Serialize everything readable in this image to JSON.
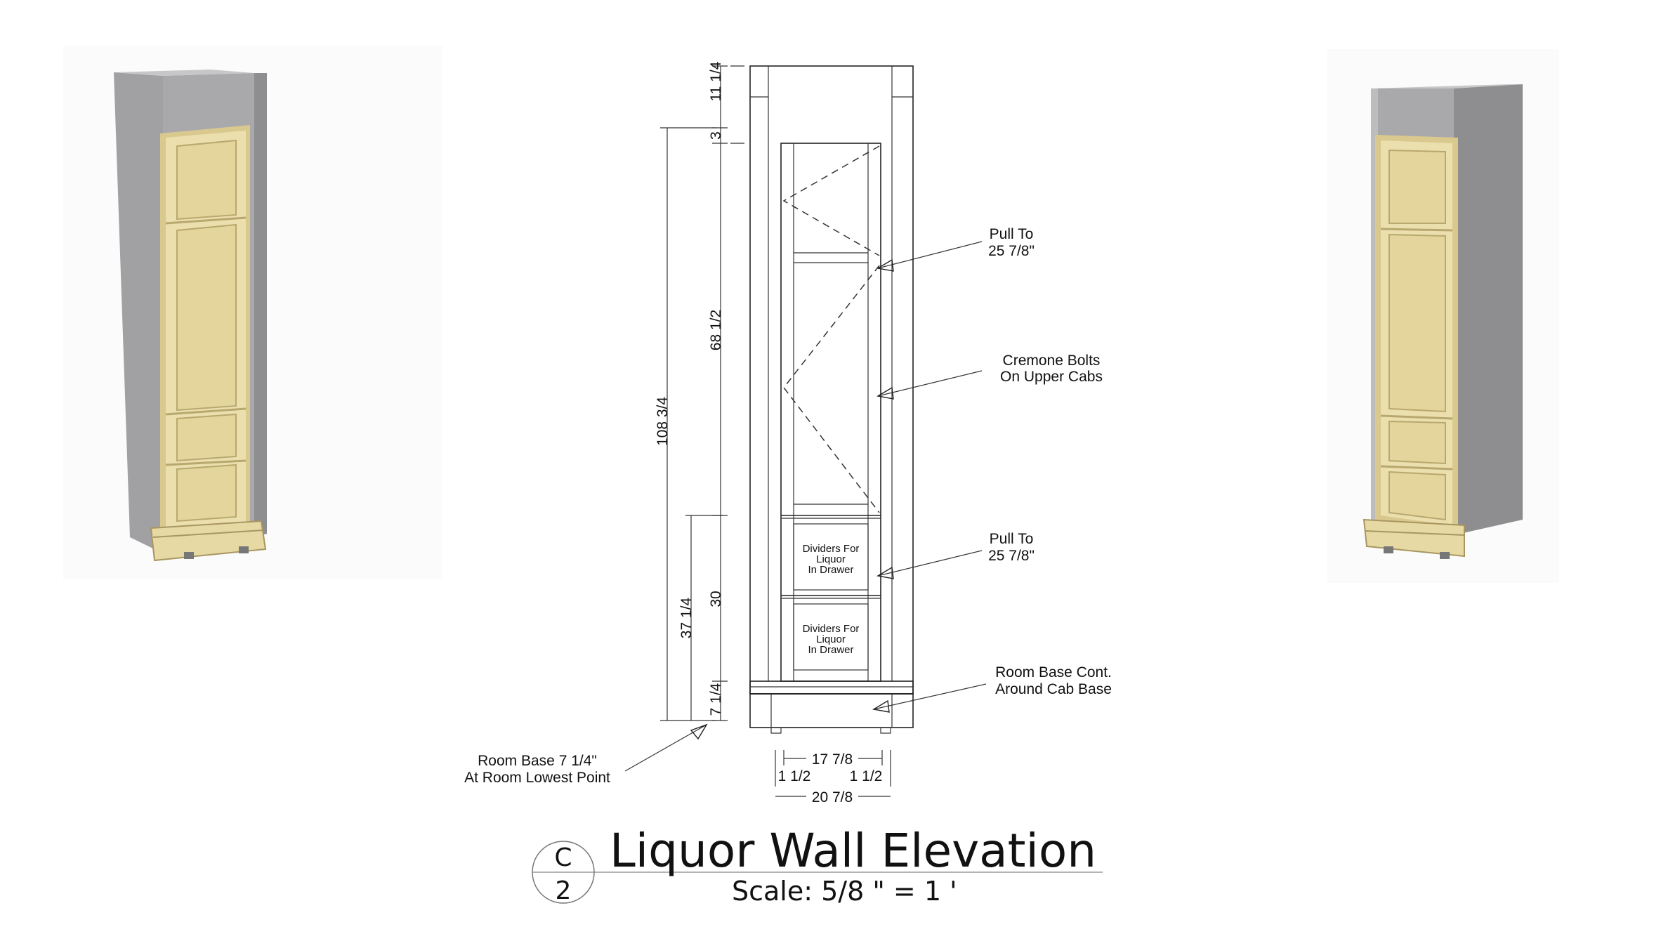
{
  "elevation": {
    "dimensions": {
      "top_segment": "11 1/4",
      "small_segment": "3",
      "upper_height": "68 1/2",
      "overall_height": "108 3/4",
      "lower_height": "30",
      "counter_height": "37 1/4",
      "base_height": "7 1/4",
      "inner_width": "17 7/8",
      "left_stile": "1 1/2",
      "right_stile": "1 1/2",
      "overall_width": "20 7/8"
    },
    "callouts": {
      "pull_upper": [
        "Pull To",
        "25 7/8\""
      ],
      "cremone": [
        "Cremone Bolts",
        "On Upper Cabs"
      ],
      "pull_lower": [
        "Pull To",
        "25 7/8\""
      ],
      "room_base_cont": [
        "Room Base Cont.",
        "Around Cab Base"
      ],
      "room_base": [
        "Room Base 7 1/4\"",
        "At Room Lowest Point"
      ]
    },
    "drawer_notes": {
      "drawer_1": [
        "Dividers For",
        "Liquor",
        "In Drawer"
      ],
      "drawer_2": [
        "Dividers For",
        "Liquor",
        "In Drawer"
      ]
    }
  },
  "title_block": {
    "title": "Liquor Wall Elevation",
    "scale": "Scale: 5/8 \" = 1 '",
    "section_letter": "C",
    "sheet_number": "2"
  },
  "colors": {
    "cabinet_wood": "#e8dcaa",
    "cabinet_wood_dark": "#d6c488",
    "wall_gray_front": "#a9a9ab",
    "wall_gray_side": "#8c8c8f",
    "wall_gray_top": "#c4c4c6"
  }
}
